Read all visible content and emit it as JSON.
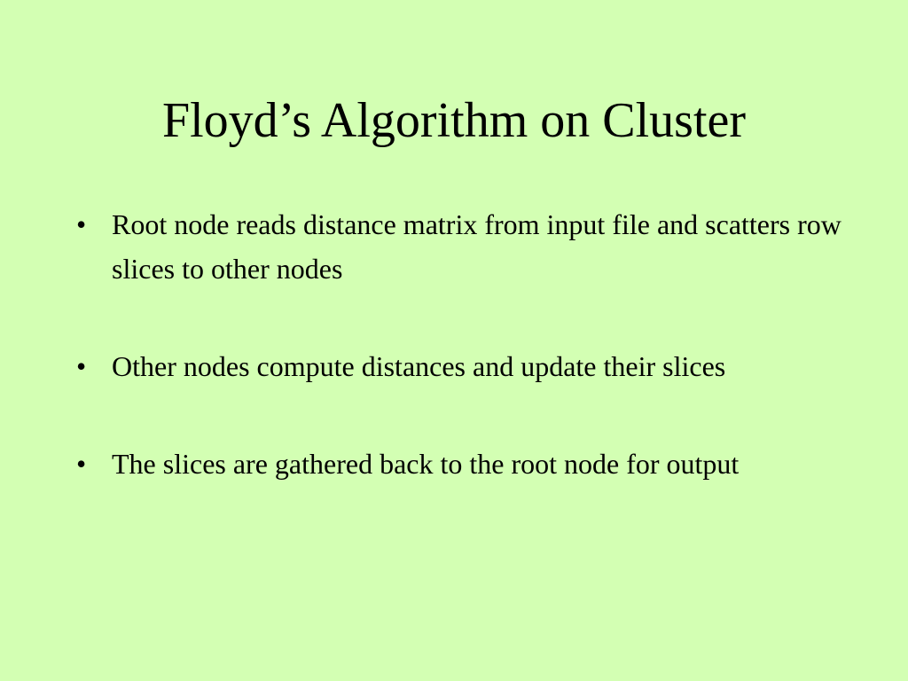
{
  "slide": {
    "title": "Floyd’s Algorithm on Cluster",
    "bullet_symbol": "•",
    "bullets": [
      "Root node reads distance matrix from input file and scatters row slices to other nodes",
      "Other nodes compute distances and update their slices",
      "The slices are gathered back to the root node for output"
    ]
  },
  "colors": {
    "background": "#d3ffb3",
    "text": "#000000"
  }
}
